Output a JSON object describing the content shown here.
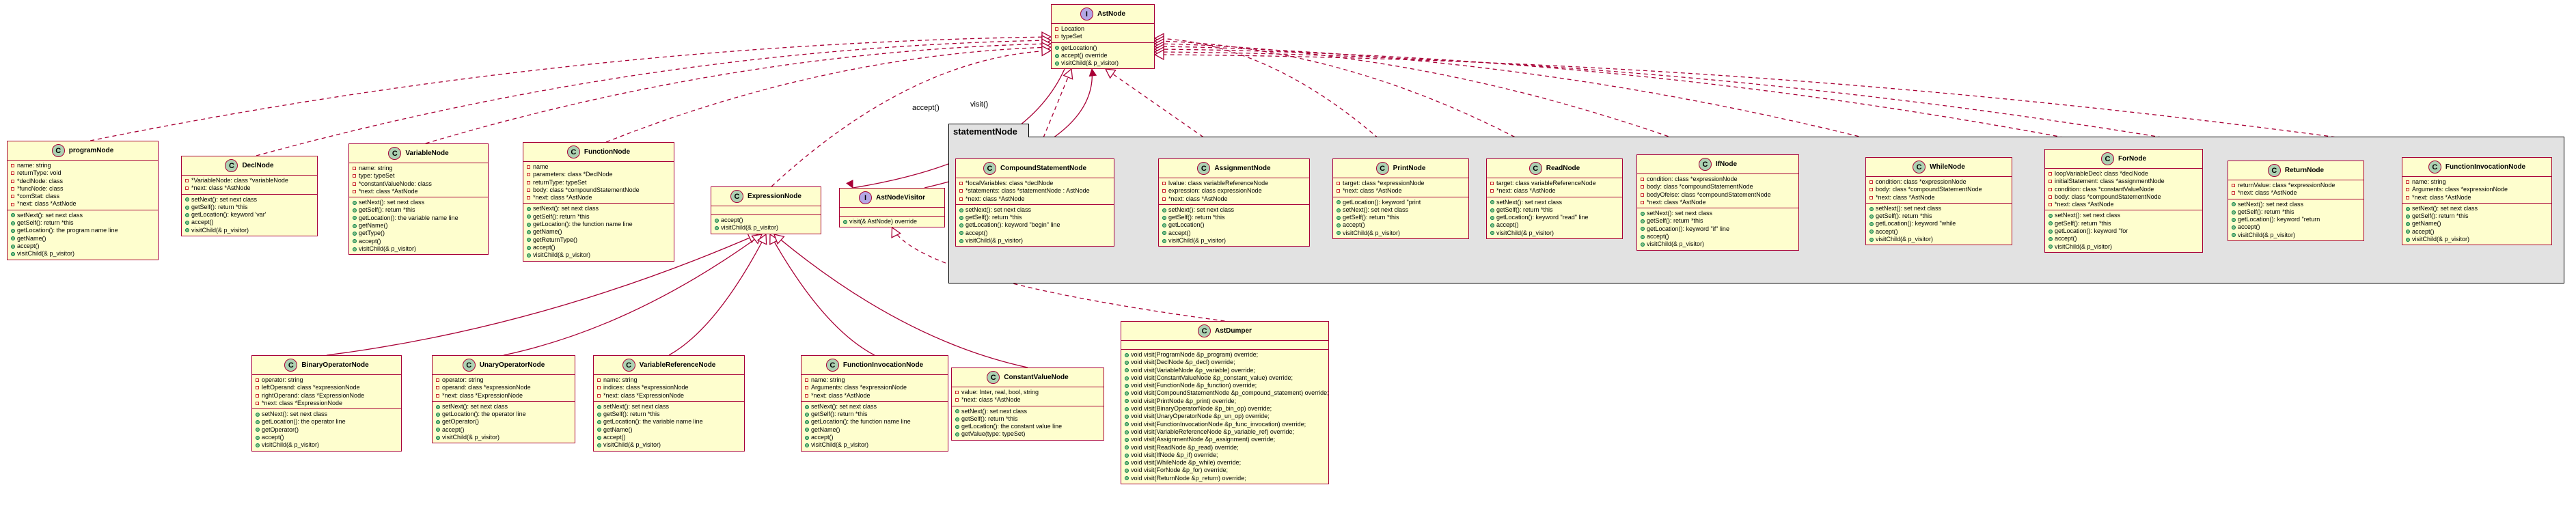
{
  "package": {
    "name": "statementNode"
  },
  "edge_labels": {
    "accept": "accept()",
    "visit": "visit()"
  },
  "classes": {
    "AstNode": {
      "kind": "interface",
      "name": "AstNode",
      "fields": [
        "Location",
        "typeSet"
      ],
      "methods": [
        "getLocation()",
        "accept() override",
        "visitChild(& p_visitor)"
      ]
    },
    "programNode": {
      "kind": "class",
      "name": "programNode",
      "fields": [
        "name: string",
        "returnType: void",
        "*declNode: class",
        "*funcNode: class",
        "*comStat: class",
        "*next: class *AstNode"
      ],
      "methods": [
        "setNext(): set next class",
        "getSelf(): return *this",
        "getLocation(): the program name line",
        "getName()",
        "accept()",
        "visitChild(& p_visitor)"
      ]
    },
    "DeclNode": {
      "kind": "class",
      "name": "DeclNode",
      "fields": [
        "*VariableNode: class *variableNode",
        "*next: class *AstNode"
      ],
      "methods": [
        "setNext(): set next class",
        "getSelf(): return *this",
        "getLocation(): keyword 'var'",
        "accept()",
        "visitChild(& p_visitor)"
      ]
    },
    "VariableNode": {
      "kind": "class",
      "name": "VariableNode",
      "fields": [
        "name: string",
        "type: typeSet",
        "*constantValueNode: class",
        "*next: class *AstNode"
      ],
      "methods": [
        "setNext(): set next class",
        "getSelf(): return *this",
        "getLocation(): the variable name line",
        "getName()",
        "getType()",
        "accept()",
        "visitChild(& p_visitor)"
      ]
    },
    "FunctionNode": {
      "kind": "class",
      "name": "FunctionNode",
      "fields": [
        "name",
        "parameters: class *DeclNode",
        "returnType: typeSet",
        "body: class *compoundStatementNode",
        "*next: class *AstNode"
      ],
      "methods": [
        "setNext(): set next class",
        "getSelf(): return *this",
        "getLocation(): the function name line",
        "getName()",
        "getReturnType()",
        "accept()",
        "visitChild(& p_visitor)"
      ]
    },
    "ExpressionNode": {
      "kind": "class",
      "name": "ExpressionNode",
      "fields": [],
      "methods": [
        "accept()",
        "visitChild(& p_visitor)"
      ]
    },
    "AstNodeVisitor": {
      "kind": "interface",
      "name": "AstNodeVisitor",
      "fields": [],
      "methods": [
        "visit(& AstNode) override"
      ]
    },
    "CompoundStatementNode": {
      "kind": "class",
      "name": "CompoundStatementNode",
      "fields": [
        "*localVariables: class *declNode",
        "*statements: class *statementNode : AstNode",
        "*next: class *AstNode"
      ],
      "methods": [
        "setNext(): set next class",
        "getSelf(): return *this",
        "getLocation(): keyword \"begin\" line",
        "accept()",
        "visitChild(& p_visitor)"
      ]
    },
    "AssignmentNode": {
      "kind": "class",
      "name": "AssignmentNode",
      "fields": [
        "lvalue: class variableReferenceNode",
        "expression: class expressionNode",
        "*next: class *AstNode"
      ],
      "methods": [
        "setNext(): set next class",
        "getSelf(): return *this",
        "getLocation()",
        "accept()",
        "visitChild(& p_visitor)"
      ]
    },
    "PrintNode": {
      "kind": "class",
      "name": "PrintNode",
      "fields": [
        "target: class *expressionNode",
        "*next: class *AstNode"
      ],
      "methods": [
        "getLocation(): keyword \"print",
        "setNext(): set next class",
        "getSelf(): return *this",
        "accept()",
        "visitChild(& p_visitor)"
      ]
    },
    "ReadNode": {
      "kind": "class",
      "name": "ReadNode",
      "fields": [
        "target: class variableReferenceNode",
        "*next: class *AstNode"
      ],
      "methods": [
        "setNext(): set next class",
        "getSelf(): return *this",
        "getLocation(): keyword \"read\" line",
        "accept()",
        "visitChild(& p_visitor)"
      ]
    },
    "IfNode": {
      "kind": "class",
      "name": "IfNode",
      "fields": [
        "condition: class *expressionNode",
        "body: class *compoundStatementNode",
        "bodyOfelse: class *compoundStatementNode",
        "*next: class *AstNode"
      ],
      "methods": [
        "setNext(): set next class",
        "getSelf(): return *this",
        "getLocation(): keyword \"if\" line",
        "accept()",
        "visitChild(& p_visitor)"
      ]
    },
    "WhileNode": {
      "kind": "class",
      "name": "WhileNode",
      "fields": [
        "condition: class *expressionNode",
        "body: class *compoundStatementNode",
        "*next: class *AstNode"
      ],
      "methods": [
        "setNext(): set next class",
        "getSelf(): return *this",
        "getLocation(): keyword \"while",
        "accept()",
        "visitChild(& p_visitor)"
      ]
    },
    "ForNode": {
      "kind": "class",
      "name": "ForNode",
      "fields": [
        "loopVariableDecl: class *declNode",
        "initialStatement: class *assignmentNode",
        "condition: class *constantValueNode",
        "body: class *compoundStatementNode",
        "*next: class *AstNode"
      ],
      "methods": [
        "setNext(): set next class",
        "getSelf(): return *this",
        "getLocation(): keyword \"for",
        "accept()",
        "visitChild(& p_visitor)"
      ]
    },
    "ReturnNode": {
      "kind": "class",
      "name": "ReturnNode",
      "fields": [
        "returnValue: class *expressionNode",
        "*next: class *AstNode"
      ],
      "methods": [
        "setNext(): set next class",
        "getSelf(): return *this",
        "getLocation(): keyword \"return",
        "accept()",
        "visitChild(& p_visitor)"
      ]
    },
    "FunctionInvocationNodeTop": {
      "kind": "class",
      "name": "FunctionInvocationNode",
      "fields": [
        "name: string",
        "Arguments: class *expressionNode",
        "*next: class *AstNode"
      ],
      "methods": [
        "setNext(): set next class",
        "getSelf(): return *this",
        "getName()",
        "accept()",
        "visitChild(& p_visitor)"
      ]
    },
    "BinaryOperatorNode": {
      "kind": "class",
      "name": "BinaryOperatorNode",
      "fields": [
        "operator: string",
        "leftOperand: class *expressionNode",
        "rightOperand: class *ExpressionNode",
        "*next: class *ExpressionNode"
      ],
      "methods": [
        "setNext(): set next class",
        "getLocation(): the operator line",
        "getOperator()",
        "accept()",
        "visitChild(& p_visitor)"
      ]
    },
    "UnaryOperatorNode": {
      "kind": "class",
      "name": "UnaryOperatorNode",
      "fields": [
        "operator: string",
        "operand: class *expressionNode",
        "*next: class *ExpressionNode"
      ],
      "methods": [
        "setNext(): set next class",
        "getLocation(): the operator line",
        "getOperator()",
        "accept()",
        "visitChild(& p_visitor)"
      ]
    },
    "VariableReferenceNode": {
      "kind": "class",
      "name": "VariableReferenceNode",
      "fields": [
        "name: string",
        "indices: class *expressionNode",
        "*next: class *ExpressionNode"
      ],
      "methods": [
        "setNext(): set next class",
        "getSelf(): return *this",
        "getLocation(): the variable name line",
        "getName()",
        "accept()",
        "visitChild(& p_visitor)"
      ]
    },
    "FunctionInvocationNodeBottom": {
      "kind": "class",
      "name": "FunctionInvocationNode",
      "fields": [
        "name: string",
        "Arguments: class *expressionNode",
        "*next: class *AstNode"
      ],
      "methods": [
        "setNext(): set next class",
        "getSelf(): return *this",
        "getLocation(): the function name line",
        "getName()",
        "accept()",
        "visitChild(& p_visitor)"
      ]
    },
    "ConstantValueNode": {
      "kind": "class",
      "name": "ConstantValueNode",
      "fields": [
        "value: Inter, real, bool, string",
        "*next: class *AstNode"
      ],
      "methods": [
        "setNext(): set next class",
        "getSelf(): return *this",
        "getLocation(): the constant value line",
        "getValue(type: typeSet)"
      ]
    },
    "AstDumper": {
      "kind": "class",
      "name": "AstDumper",
      "fields": [],
      "methods": [
        "void visit(ProgramNode &p_program) override;",
        "void visit(DeclNode &p_decl) override;",
        "void visit(VariableNode &p_variable) override;",
        "void visit(ConstantValueNode &p_constant_value) override;",
        "void visit(FunctionNode &p_function) override;",
        "void visit(CompoundStatementNode &p_compound_statement) override;",
        "void visit(PrintNode &p_print) override;",
        "void visit(BinaryOperatorNode &p_bin_op) override;",
        "void visit(UnaryOperatorNode &p_un_op) override;",
        "void visit(FunctionInvocationNode &p_func_invocation) override;",
        "void visit(VariableReferenceNode &p_variable_ref) override;",
        "void visit(AssignmentNode &p_assignment) override;",
        "void visit(ReadNode &p_read) override;",
        "void visit(IfNode &p_if) override;",
        "void visit(WhileNode &p_while) override;",
        "void visit(ForNode &p_for) override;",
        "void visit(ReturnNode &p_return) override;"
      ]
    }
  }
}
